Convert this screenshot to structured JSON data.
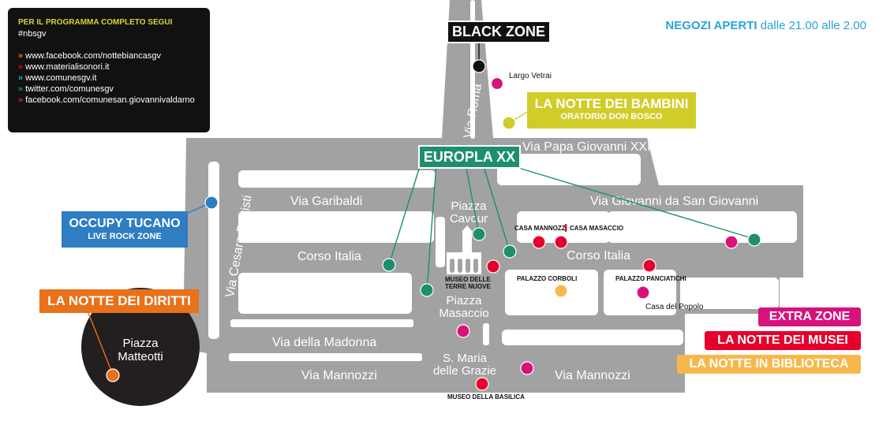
{
  "info_box": {
    "heading": "PER IL PROGRAMMA COMPLETO SEGUI",
    "hashtag": "#nbsgv",
    "links": [
      {
        "text": "www.facebook.com/nottebiancasgv",
        "arrow_color": "#e8711a"
      },
      {
        "text": "www.materialisonori.it",
        "arrow_color": "#e4002b"
      },
      {
        "text": "www.comunesgv.it",
        "arrow_color": "#2aa3d8"
      },
      {
        "text": "twitter.com/comunesgv",
        "arrow_color": "#1e8f6e"
      },
      {
        "text": "facebook.com/comunesan.giovannivaldarno",
        "arrow_color": "#d8127d"
      }
    ]
  },
  "hours": {
    "bold": "NEGOZI APERTI",
    "rest": "dalle 21.00 alle 2.00"
  },
  "zones": {
    "black_zone": {
      "label": "BLACK ZONE",
      "color": "#111111"
    },
    "bambini": {
      "line1": "LA NOTTE DEI BAMBINI",
      "line2": "ORATORIO DON BOSCO",
      "color": "#d0cd2b"
    },
    "europla": {
      "label": "EUROPLA XX",
      "color": "#1e8f6e"
    },
    "occupy": {
      "line1": "OCCUPY TUCANO",
      "line2": "LIVE ROCK ZONE",
      "color": "#2f7dc2"
    },
    "diritti": {
      "label": "LA NOTTE DEI DIRITTI",
      "color": "#e8711a"
    }
  },
  "legend": [
    {
      "label": "EXTRA ZONE",
      "color": "#d8127d"
    },
    {
      "label": "LA NOTTE DEI MUSEI",
      "color": "#e4002b"
    },
    {
      "label": "LA NOTTE IN BIBLIOTECA",
      "color": "#f7b84b"
    }
  ],
  "streets": {
    "via_roma": "Via Roma",
    "via_papa": "Via Papa  Giovanni XXIII",
    "via_garibaldi": "Via Garibaldi",
    "via_giovanni": "Via Giovanni da San Giovanni",
    "corso_italia_left": "Corso Italia",
    "corso_italia_right": "Corso Italia",
    "via_battisti": "Via Cesare Battisti",
    "via_madonna": "Via della Madonna",
    "via_mannozzi_left": "Via Mannozzi",
    "via_mannozzi_right": "Via Mannozzi"
  },
  "places": {
    "piazza_cavour_1": "Piazza",
    "piazza_cavour_2": "Cavour",
    "piazza_masaccio_1": "Piazza",
    "piazza_masaccio_2": "Masaccio",
    "smaria_1": "S. Maria",
    "smaria_2": "delle Grazie",
    "matteotti_1": "Piazza",
    "matteotti_2": "Matteotti",
    "largo_vetrai": "Largo Vetrai",
    "casa_mannozzi": "CASA MANNOZZI",
    "casa_masaccio": "CASA MASACCIO",
    "palazzo_corboli": "PALAZZO CORBOLI",
    "palazzo_panciatichi": "PALAZZO PANCIATICHI",
    "casa_popolo": "Casa del Popolo",
    "museo_terre_1": "MUSEO DELLE",
    "museo_terre_2": "TERRE NUOVE",
    "museo_basilica": "MUSEO DELLA BASILICA"
  },
  "colors": {
    "road": "#a2a2a2",
    "block": "#ffffff",
    "extra": "#d8127d",
    "museo": "#e4002b",
    "biblioteca": "#f7b84b",
    "europla": "#1e8f6e",
    "black": "#111111",
    "bambini": "#d0cd2b",
    "occupy": "#2f7dc2",
    "diritti": "#e8711a"
  }
}
